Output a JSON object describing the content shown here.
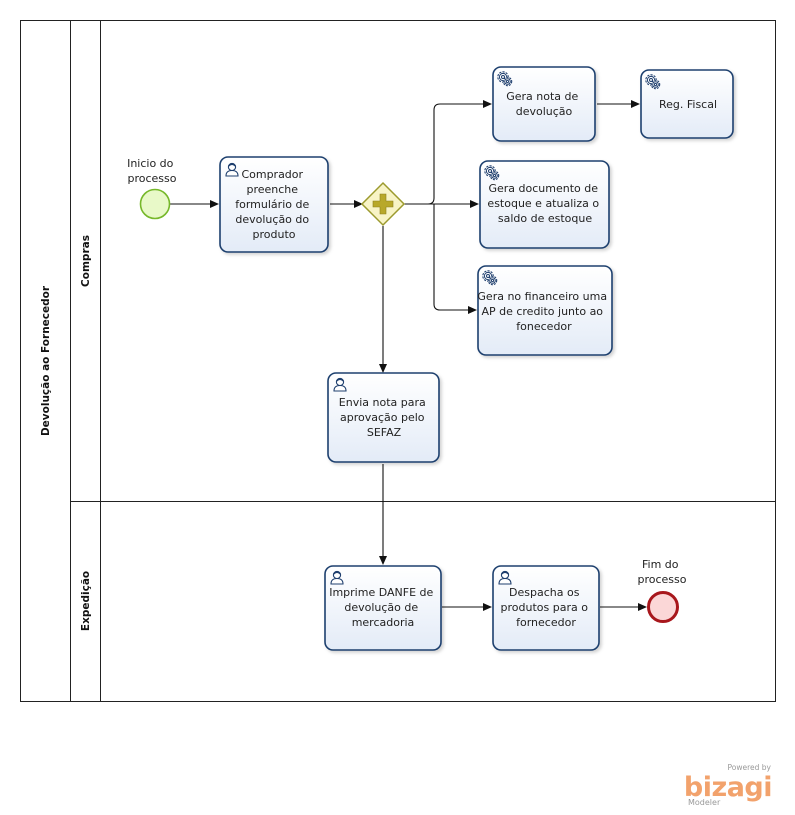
{
  "pool": {
    "label": "Devolução ao Fornecedor"
  },
  "lanes": [
    {
      "id": "compras",
      "label": "Compras"
    },
    {
      "id": "expedicao",
      "label": "Expedição"
    }
  ],
  "events": {
    "start": {
      "lines": [
        "Inicio do",
        "processo"
      ]
    },
    "end": {
      "lines": [
        "Fim do",
        "processo"
      ]
    }
  },
  "tasks": {
    "comprador": {
      "type": "user",
      "lines": [
        "Comprador",
        "preenche",
        "formulário de",
        "devolução do",
        "produto"
      ]
    },
    "gera_nota": {
      "type": "service",
      "lines": [
        "Gera nota de",
        "devolução"
      ]
    },
    "reg_fiscal": {
      "type": "service",
      "lines": [
        "Reg. Fiscal"
      ]
    },
    "gera_documento": {
      "type": "service",
      "lines": [
        "Gera documento de",
        "estoque  e atualiza o",
        "saldo de estoque"
      ]
    },
    "gera_financeiro": {
      "type": "service",
      "lines": [
        "Gera no financeiro uma",
        "AP  de credito junto ao",
        "fonecedor"
      ]
    },
    "envia_nota": {
      "type": "user",
      "lines": [
        "Envia nota para",
        "aprovação pelo",
        "SEFAZ"
      ]
    },
    "imprime_danfe": {
      "type": "user",
      "lines": [
        "Imprime DANFE  de",
        "devolução de",
        "mercadoria"
      ]
    },
    "despacha": {
      "type": "user",
      "lines": [
        "Despacha os",
        "produtos para o",
        "fornecedor"
      ]
    }
  },
  "gateway": {
    "type": "parallel"
  },
  "branding": {
    "powered_by": "Powered by",
    "brand": "bizagi",
    "product": "Modeler"
  },
  "colors": {
    "task_fill": "#eef3fb",
    "task_border": "#1f3f6e",
    "start_fill": "#e8f9c8",
    "start_stroke": "#76b82a",
    "end_fill": "#fbd7d7",
    "end_stroke": "#a8171c",
    "gateway_fill": "#f8f4c6",
    "gateway_stroke": "#9c9a2e",
    "gateway_plus": "#b8a82a",
    "brand": "#f2a26c"
  }
}
